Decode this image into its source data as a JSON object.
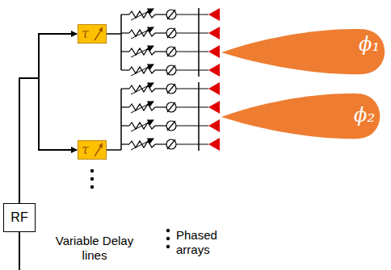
{
  "diagram": {
    "nodes": [
      {
        "text": [
          "RF"
        ]
      },
      {
        "text": [
          "τ"
        ]
      },
      {
        "text": [
          "τ"
        ]
      },
      {
        "text": [
          "ϕ₁"
        ]
      },
      {
        "text": [
          "ϕ₂"
        ]
      }
    ],
    "edges": [
      {
        "from": 0,
        "to": 1,
        "arrow": "to"
      },
      {
        "from": 0,
        "to": 2,
        "arrow": "to"
      }
    ],
    "labels": [
      "Variable Delay lines",
      "Phased arrays"
    ]
  }
}
